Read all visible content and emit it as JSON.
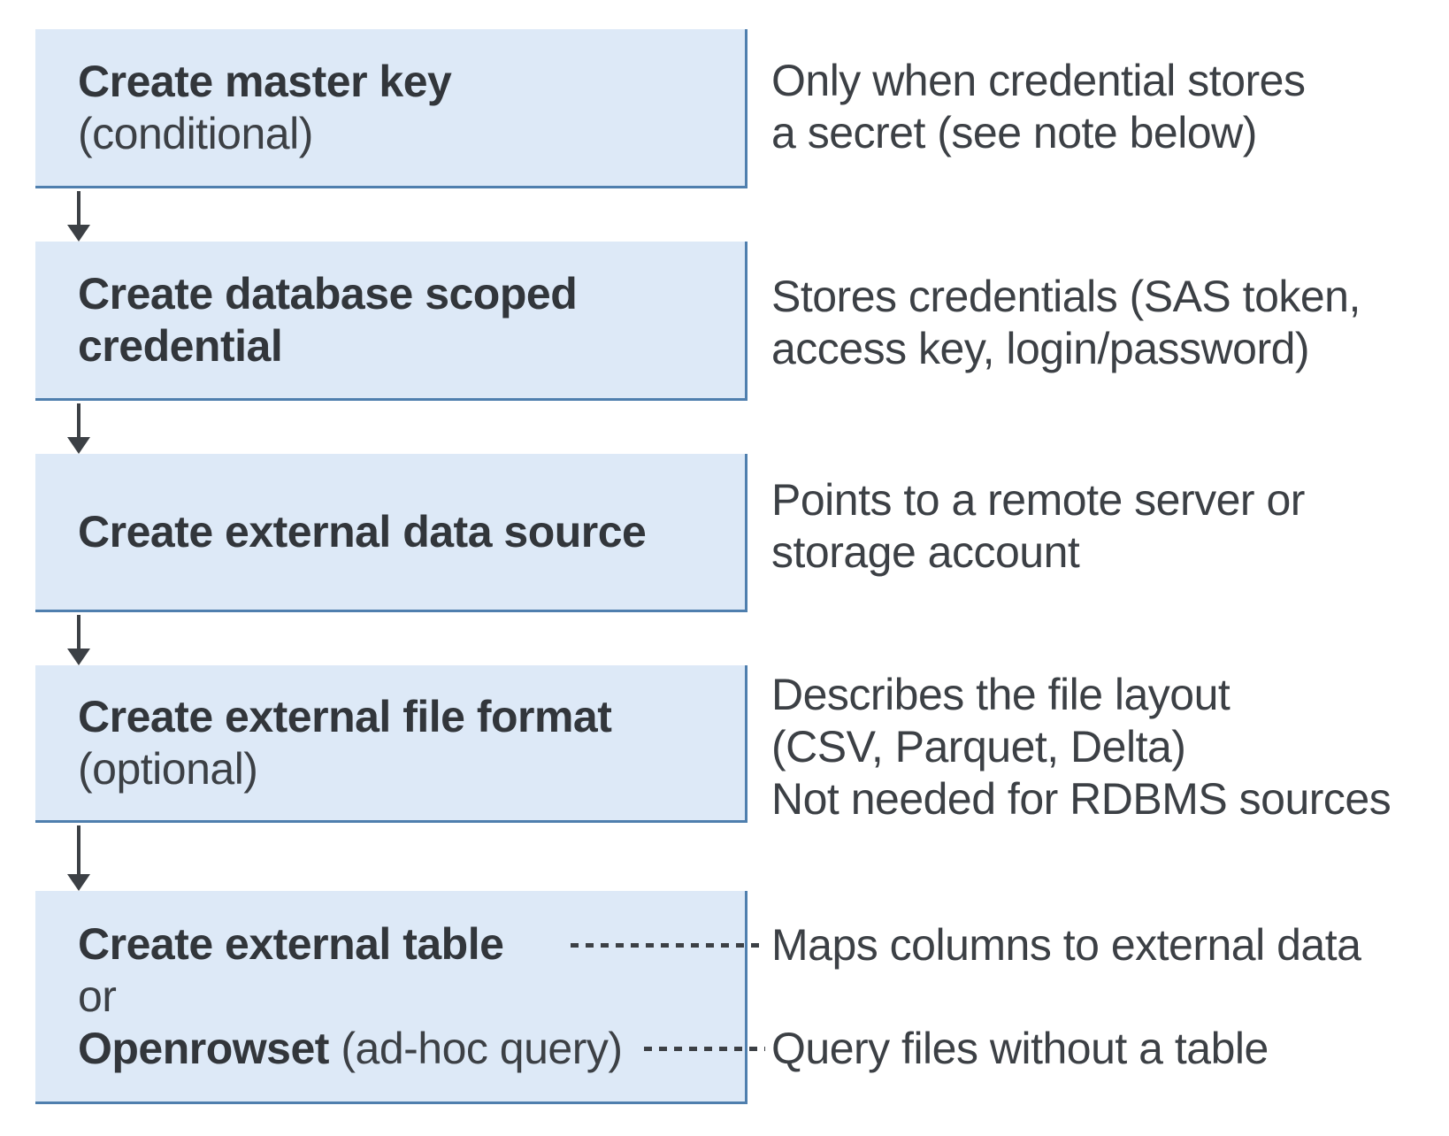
{
  "colors": {
    "background": "#ffffff",
    "box_fill": "#dde9f7",
    "box_border": "#4f7fae",
    "arrow": "#3c4045",
    "text": "#3c4045",
    "bold_text": "#32363b"
  },
  "flow": {
    "boxes": [
      {
        "id": "master-key",
        "title": "Create master key",
        "qualifier": "(conditional)"
      },
      {
        "id": "database-scoped-credential",
        "title_line1": "Create database scoped",
        "title_line2": "credential"
      },
      {
        "id": "external-data-source",
        "title": "Create external data source"
      },
      {
        "id": "external-file-format",
        "title": "Create external file format",
        "qualifier": "(optional)"
      },
      {
        "id": "external-table-or-openrowset",
        "title": "Create external table",
        "connector_word": "or",
        "alt_title": "Openrowset",
        "alt_qualifier": "(ad-hoc query)"
      }
    ],
    "notes": [
      {
        "lines": [
          "Only when credential stores",
          "a secret (see note below)"
        ]
      },
      {
        "lines": [
          "Stores credentials (SAS token,",
          "access key, login/password)"
        ]
      },
      {
        "lines": [
          "Points to a remote server or",
          "storage account"
        ]
      },
      {
        "lines": [
          "Describes the file layout",
          "(CSV, Parquet, Delta)",
          "Not needed for RDBMS sources"
        ]
      },
      {
        "lines": [
          "Maps columns to external data"
        ]
      },
      {
        "lines": [
          "Query files without a table"
        ]
      }
    ]
  }
}
